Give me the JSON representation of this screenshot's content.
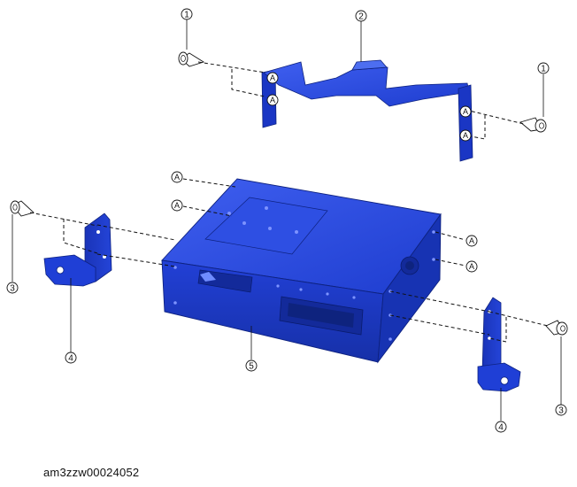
{
  "figure_id": "am3zzw00024052",
  "part_callouts": {
    "screw": "1",
    "upper_bracket": "2",
    "side_screw": "3",
    "side_bracket": "4",
    "unit": "5"
  },
  "mount_ref": "A",
  "colors": {
    "part_fill": "#1f3fd6",
    "part_dark": "#132a9a",
    "part_light": "#4d6ef0",
    "line": "#111111"
  }
}
